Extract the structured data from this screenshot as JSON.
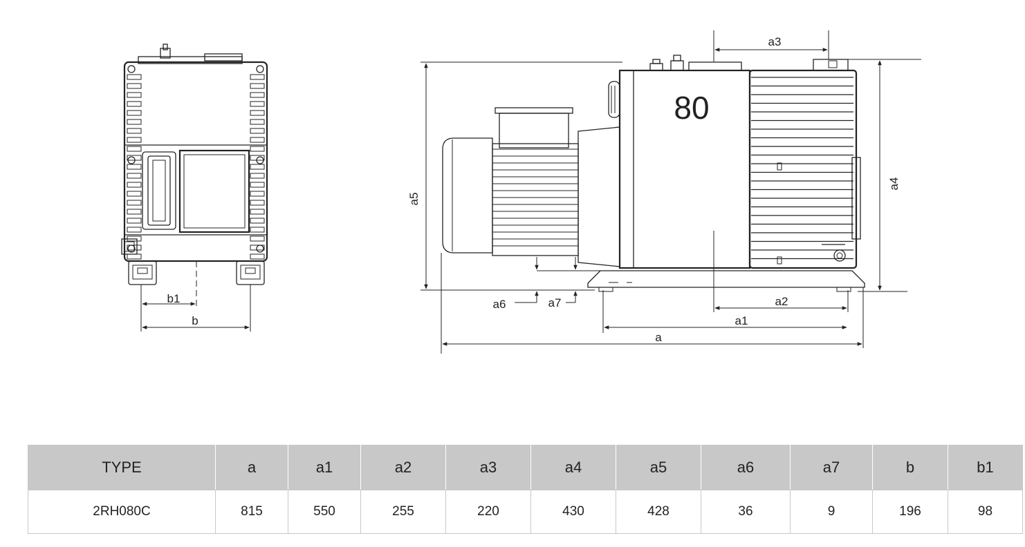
{
  "drawing": {
    "model_badge": "80",
    "front_view_labels": {
      "b1": "b1",
      "b": "b"
    },
    "side_view_labels": {
      "a": "a",
      "a1": "a1",
      "a2": "a2",
      "a3": "a3",
      "a4": "a4",
      "a5": "a5",
      "a6": "a6",
      "a7": "a7"
    }
  },
  "table": {
    "headers": [
      "TYPE",
      "a",
      "a1",
      "a2",
      "a3",
      "a4",
      "a5",
      "a6",
      "a7",
      "b",
      "b1"
    ],
    "rows": [
      [
        "2RH080C",
        "815",
        "550",
        "255",
        "220",
        "430",
        "428",
        "36",
        "9",
        "196",
        "98"
      ]
    ]
  }
}
